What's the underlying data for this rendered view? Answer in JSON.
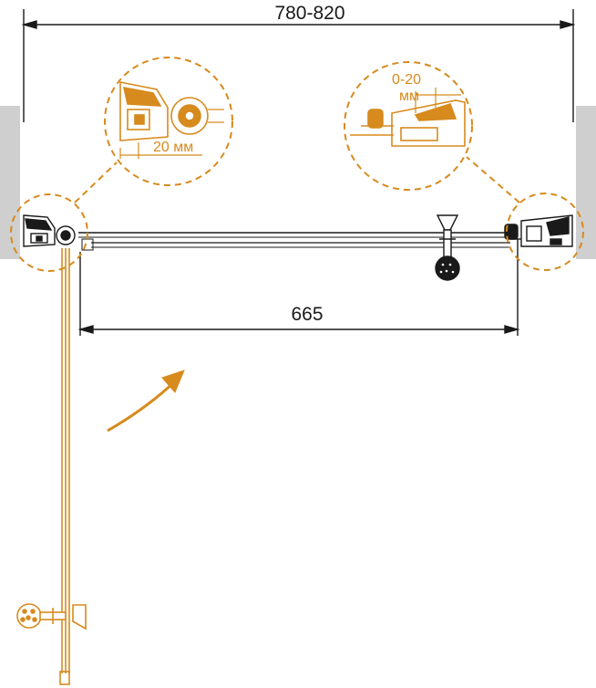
{
  "dimensions": {
    "total_width": "780-820",
    "door_width": "665",
    "left_adjust": "20 мм",
    "right_adjust_range": "0-20",
    "right_adjust_unit": "мм"
  },
  "colors": {
    "accent": "#d78a1e",
    "line": "#1a1a1a",
    "wall": "#cfcfcf"
  }
}
